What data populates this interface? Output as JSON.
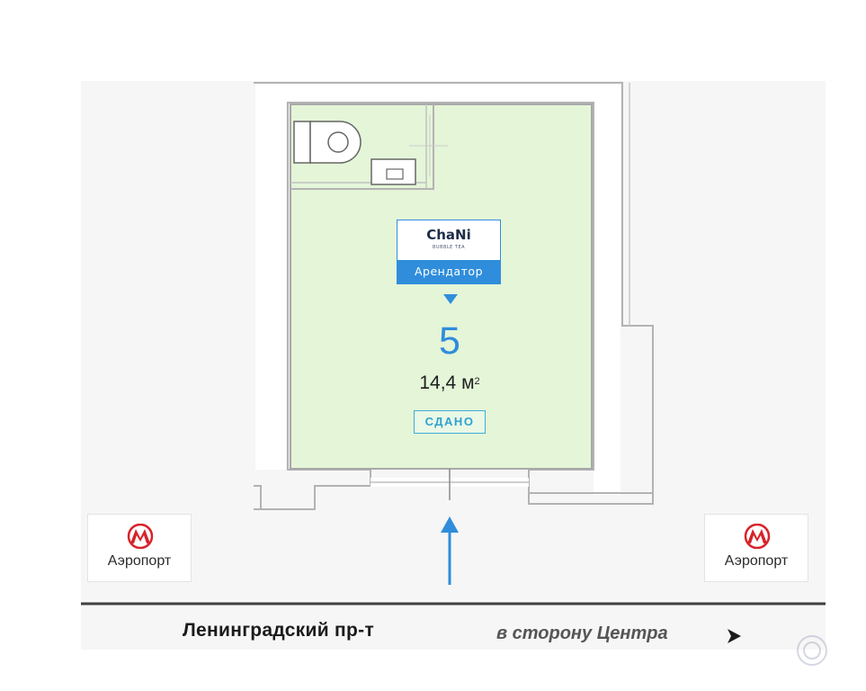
{
  "unit": {
    "tenant_logo": "ChaNi",
    "tenant_logo_sub": "BUBBLE TEA",
    "tenant_label": "Арендатор",
    "number": "5",
    "area_value": "14,4 м",
    "area_unit_sup": "2",
    "status": "СДАНО"
  },
  "metro": {
    "left": {
      "label": "Аэропорт",
      "icon": "metro-m-icon"
    },
    "right": {
      "label": "Аэропорт",
      "icon": "metro-m-icon"
    }
  },
  "street": {
    "name": "Ленинградский пр-т",
    "direction": "в сторону Центра",
    "direction_icon": "arrow-right-icon"
  },
  "colors": {
    "room_fill": "#e4f5d8",
    "accent_blue": "#2f8ddb",
    "status_blue": "#2fa2cf",
    "metro_red": "#d8232a",
    "wall": "#b3b3b3",
    "road": "#404040",
    "outer_area": "#f6f6f6"
  }
}
